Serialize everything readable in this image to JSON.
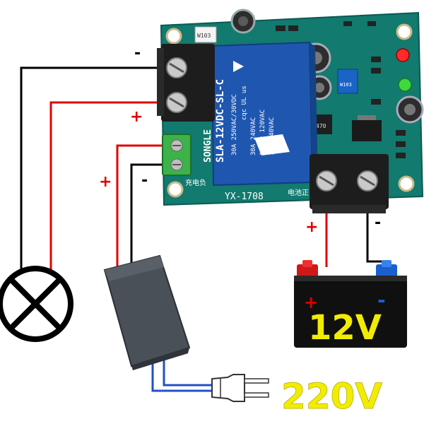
{
  "terminal_signs": {
    "lamp_minus": "-",
    "lamp_plus": "+",
    "adapter_plus": "+",
    "adapter_minus": "-",
    "battery_plus_wire": "+",
    "battery_minus_wire": "-",
    "battery_plus_mark": "+",
    "battery_minus_mark": "-"
  },
  "relay": {
    "brand": "SONGLE",
    "model": "SLA-12VDC-SL-C",
    "rating_1": "30A 250VAC/30VDC",
    "rating_2": "30A 240VAC",
    "rating_3": "1/2HP 120VAC",
    "rating_4": "1HP 240VAC",
    "marks": "cqc  UL us"
  },
  "board": {
    "model": "YX-1708",
    "label_load": "充电负",
    "label_battery": "电池正",
    "pot_code": "W103",
    "pot2_code": "W103",
    "inductor_code": "470"
  },
  "battery": {
    "voltage": "12V"
  },
  "mains": {
    "voltage": "220V"
  },
  "colors": {
    "pcb": "#127a6e",
    "relay": "#1f57b0",
    "wire_positive": "#e00000",
    "wire_negative": "#000000",
    "mains_wire": "#2250c8",
    "voltage_text": "#f2ec00",
    "battery_body": "#101010"
  }
}
